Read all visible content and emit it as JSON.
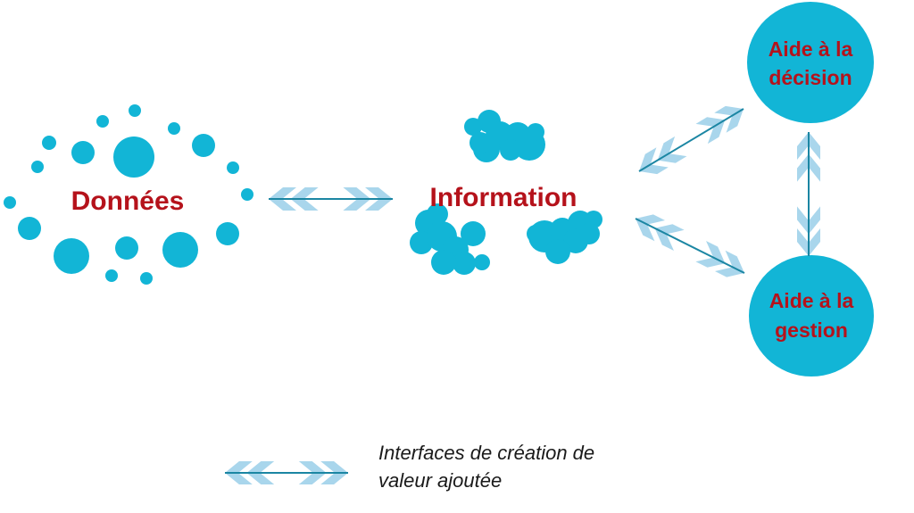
{
  "colors": {
    "bubble": "#12b5d6",
    "label": "#b5121b",
    "chevron": "#a9d6ec",
    "axis_line": "#1b86a3",
    "legend_text": "#1a1a1a"
  },
  "nodes": {
    "donnees": {
      "label": "Données",
      "icon": "scattered-dots-icon"
    },
    "information": {
      "label": "Information",
      "icon": "cloud-clusters-icon"
    },
    "decision": {
      "line1": "Aide à la",
      "line2": "décision"
    },
    "gestion": {
      "line1": "Aide à la",
      "line2": "gestion"
    }
  },
  "connectors": [
    {
      "from": "donnees",
      "to": "information",
      "type": "double-chevron-arrow"
    },
    {
      "from": "information",
      "to": "decision",
      "type": "double-chevron-arrow"
    },
    {
      "from": "information",
      "to": "gestion",
      "type": "double-chevron-arrow"
    },
    {
      "from": "decision",
      "to": "gestion",
      "type": "double-chevron-arrow"
    }
  ],
  "legend": {
    "icon": "double-chevron-arrow-icon",
    "line1": "Interfaces de création de",
    "line2": "valeur ajoutée"
  }
}
